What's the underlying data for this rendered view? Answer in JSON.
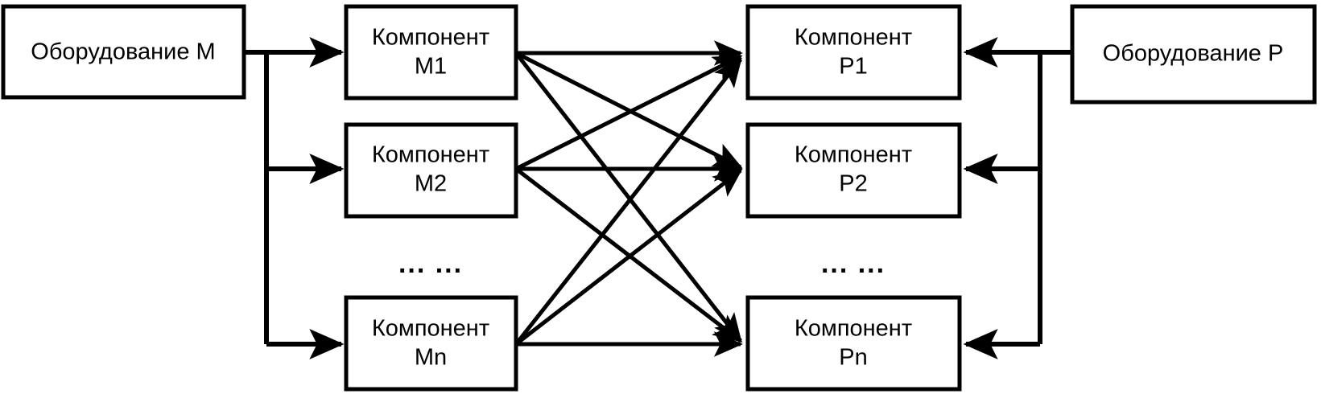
{
  "diagram": {
    "title": "",
    "background_color": "#ffffff",
    "line_color": "#000000",
    "boxes": {
      "equipment_m": {
        "label": "Оборудование M"
      },
      "equipment_p": {
        "label": "Оборудование P"
      },
      "component_m1": {
        "label_line1": "Компонент",
        "label_line2": "M1"
      },
      "component_m2": {
        "label_line1": "Компонент",
        "label_line2": "M2"
      },
      "component_mn": {
        "label_line1": "Компонент",
        "label_line2": "Mn"
      },
      "component_p1": {
        "label_line1": "Компонент",
        "label_line2": "P1"
      },
      "component_p2": {
        "label_line1": "Компонент",
        "label_line2": "P2"
      },
      "component_pn": {
        "label_line1": "Компонент",
        "label_line2": "Pn"
      }
    },
    "ellipsis": {
      "left": "... ...",
      "right": "... ..."
    }
  }
}
